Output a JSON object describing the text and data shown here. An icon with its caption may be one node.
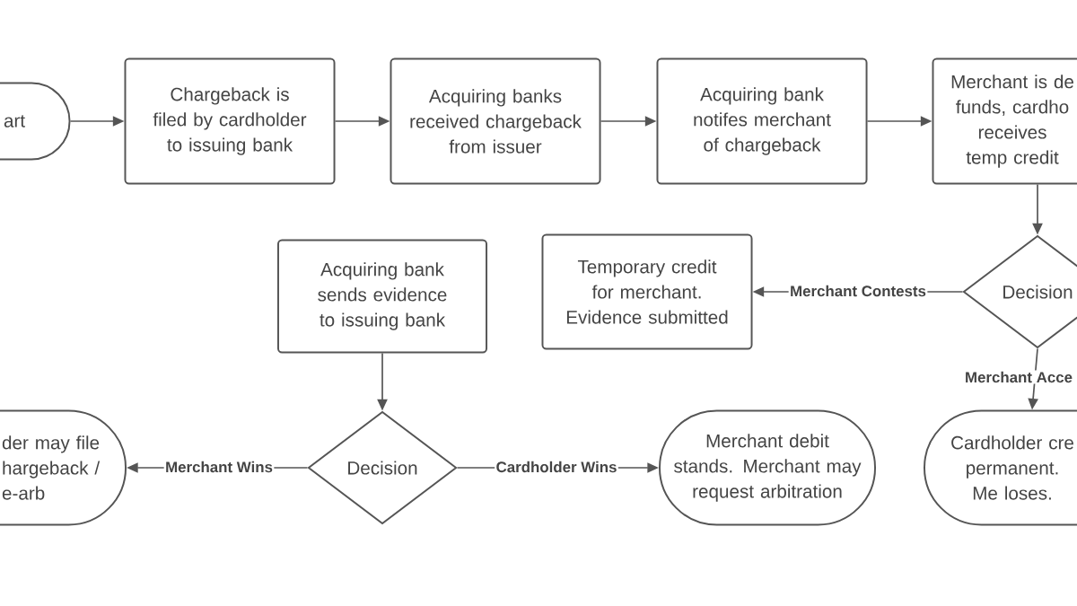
{
  "diagram": {
    "nodes": [
      {
        "text": [
          "art"
        ]
      },
      {
        "text": [
          "Chargeback is filed by cardholder to issuing bank"
        ]
      },
      {
        "text": [
          "Acquiring banks received chargeback from issuer"
        ]
      },
      {
        "text": [
          "Acquiring bank notifes merchant of chargeback"
        ]
      },
      {
        "text": [
          "Merchant is de funds, cardho receives temp credit"
        ]
      },
      {
        "text": [
          "Acquiring bank sends evidence to issuing bank"
        ]
      },
      {
        "text": [
          "Temporary credit for merchant. Evidence submitted"
        ]
      },
      {
        "text": [
          "Decision"
        ]
      },
      {
        "text": [
          "der may file hargeback / e-arb"
        ]
      },
      {
        "text": [
          "Decision"
        ]
      },
      {
        "text": [
          "Merchant debit stands. Merchant may request arbitration"
        ]
      },
      {
        "text": [
          "Cardholder cre permanent. Me loses."
        ]
      }
    ],
    "edges": [
      {
        "from": 0,
        "to": 1,
        "arrow": "to"
      },
      {
        "from": 1,
        "to": 2,
        "arrow": "to"
      },
      {
        "from": 2,
        "to": 3,
        "arrow": "to"
      },
      {
        "from": 3,
        "to": 4,
        "arrow": "to"
      },
      {
        "from": 4,
        "to": 7,
        "arrow": "to"
      },
      {
        "from": 7,
        "to": 6,
        "arrow": "to",
        "label": "Merchant Contests"
      },
      {
        "from": 7,
        "to": 11,
        "arrow": "to",
        "label": "Merchant Acce"
      },
      {
        "from": 5,
        "to": 9,
        "arrow": "to"
      },
      {
        "from": 9,
        "to": 8,
        "arrow": "to",
        "label": "Merchant Wins"
      },
      {
        "from": 9,
        "to": 10,
        "arrow": "to",
        "label": "Cardholder Wins"
      }
    ]
  }
}
